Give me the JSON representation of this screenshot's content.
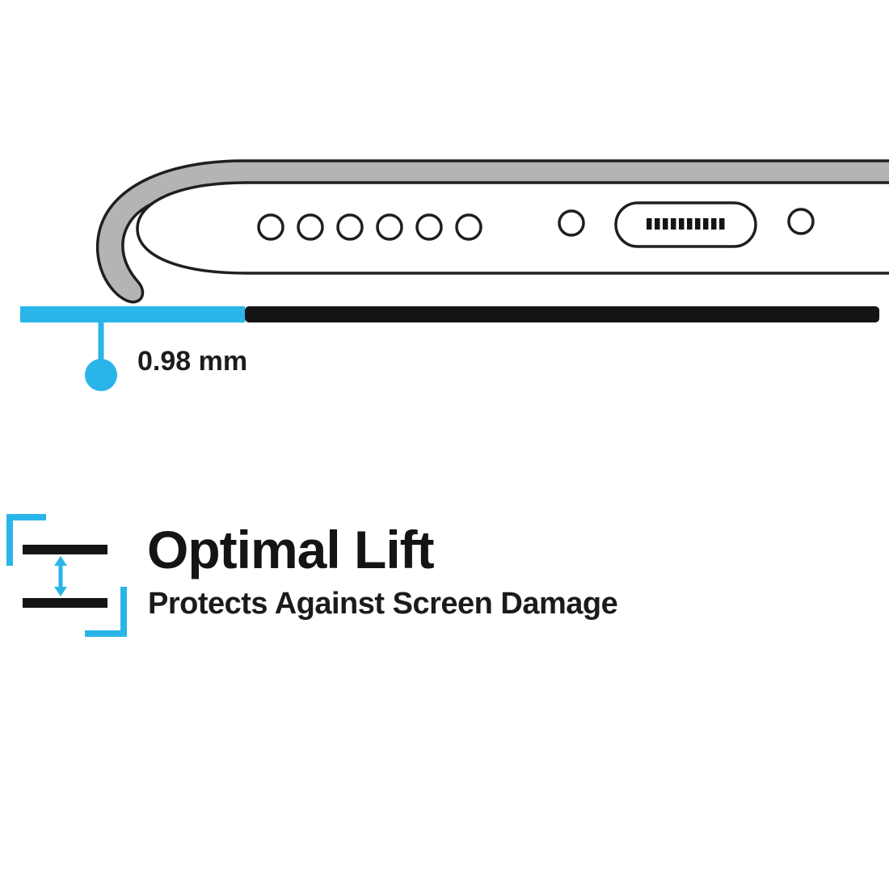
{
  "colors": {
    "accent_cyan": "#2ab5e8",
    "line_black": "#141414",
    "case_gray": "#b4b4b4",
    "outline": "#1f1f1f",
    "background": "#ffffff"
  },
  "measurement": {
    "value": "0.98 mm"
  },
  "feature": {
    "title": "Optimal Lift",
    "subtitle": "Protects Against Screen Damage"
  },
  "icons": {
    "lift": "vertical-double-arrow-between-lines",
    "speaker_holes": "row-of-circles",
    "charging_port": "pill-connector-with-pins"
  }
}
